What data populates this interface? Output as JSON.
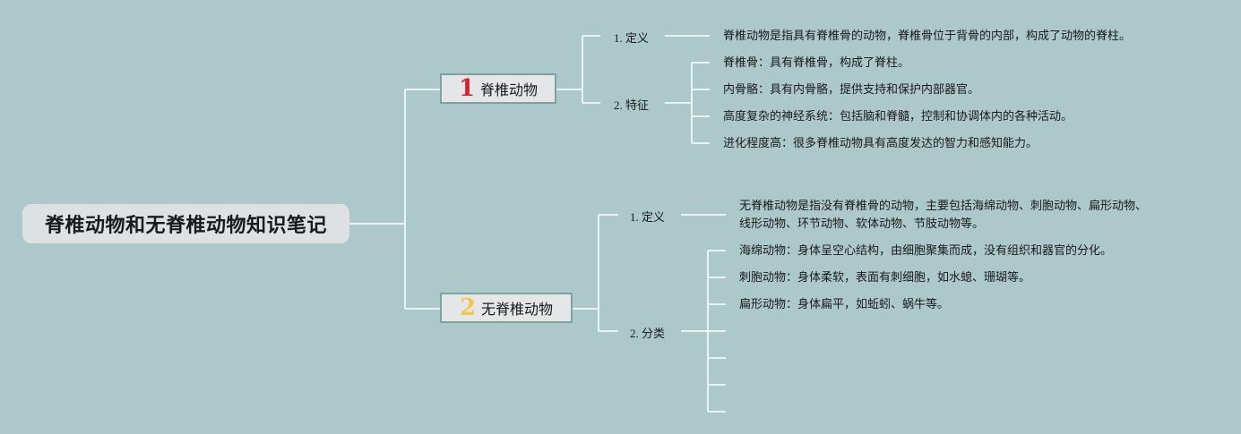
{
  "root": {
    "title": "脊椎动物和无脊椎动物知识笔记"
  },
  "branches": [
    {
      "number": "1",
      "label": "脊椎动物",
      "number_color": "#d6242f",
      "children": [
        {
          "label": "1. 定义",
          "items": [
            "脊椎动物是指具有脊椎骨的动物，脊椎骨位于背骨的内部，构成了动物的脊柱。"
          ]
        },
        {
          "label": "2. 特征",
          "items": [
            "脊椎骨：具有脊椎骨，构成了脊柱。",
            "内骨骼：具有内骨骼，提供支持和保护内部器官。",
            "高度复杂的神经系统：包括脑和脊髓，控制和协调体内的各种活动。",
            "进化程度高：很多脊椎动物具有高度发达的智力和感知能力。"
          ]
        }
      ]
    },
    {
      "number": "2",
      "label": "无脊椎动物",
      "number_color": "#f2c94c",
      "children": [
        {
          "label": "1. 定义",
          "items": [
            "无脊椎动物是指没有脊椎骨的动物，主要包括海绵动物、刺胞动物、扁形动物、",
            "线形动物、环节动物、软体动物、节肢动物等。"
          ]
        },
        {
          "label": "2. 分类",
          "items": [
            "海绵动物：身体呈空心结构，由细胞聚集而成，没有组织和器官的分化。",
            "刺胞动物：身体柔软，表面有刺细胞，如水螅、珊瑚等。",
            "扁形动物：身体扁平，如蚯蚓、蜗牛等。"
          ]
        }
      ]
    }
  ],
  "colors": {
    "background": "#adc8ca",
    "connector": "#ffffff",
    "branch_border": "#7fa29d"
  }
}
